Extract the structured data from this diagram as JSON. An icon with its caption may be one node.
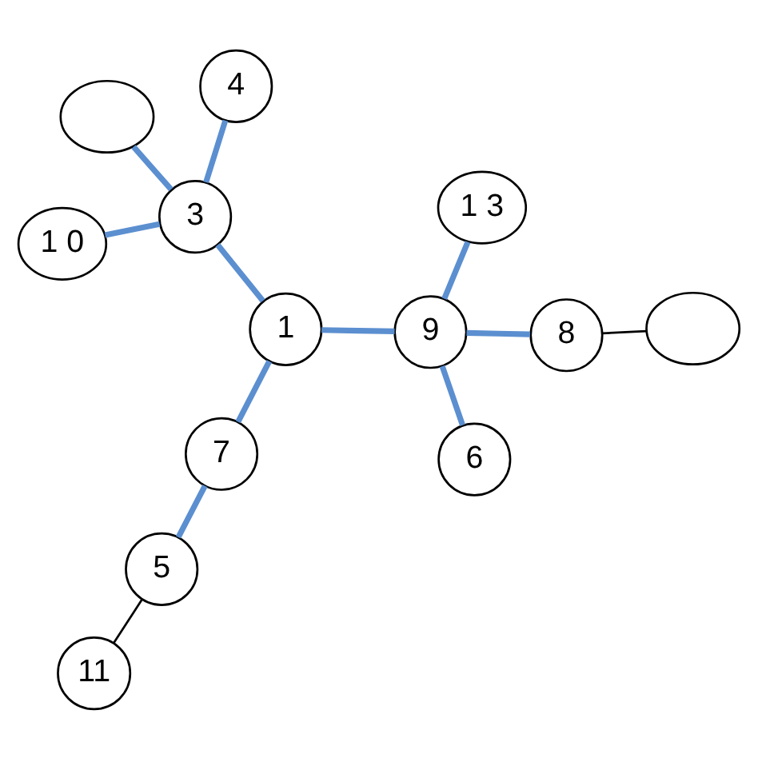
{
  "diagram": {
    "nodes": [
      {
        "text": [
          "5"
        ]
      },
      {
        "text": [
          "11"
        ]
      },
      {
        "text": [
          "7"
        ]
      },
      {
        "text": [
          "4"
        ]
      },
      {
        "text": [],
        "shape": "circle"
      },
      {
        "text": [],
        "shape": "circle"
      },
      {
        "text": [
          "1"
        ]
      },
      {
        "text": [
          "3"
        ]
      },
      {
        "text": [
          "8"
        ]
      },
      {
        "text": [
          "9"
        ]
      },
      {
        "text": [
          "1 0"
        ]
      },
      {
        "text": [
          "1 3"
        ]
      },
      {
        "text": [
          "6"
        ]
      }
    ],
    "edges": [
      {
        "from": 1,
        "to": 0,
        "arrow": "none",
        "color": "#000000"
      },
      {
        "from": 0,
        "to": 2,
        "arrow": "none"
      },
      {
        "from": 2,
        "to": 6,
        "arrow": "none"
      },
      {
        "from": 6,
        "to": 7,
        "arrow": "none"
      },
      {
        "from": 3,
        "to": 7,
        "arrow": "none"
      },
      {
        "from": 7,
        "to": 5,
        "arrow": "none"
      },
      {
        "from": 7,
        "to": 10,
        "arrow": "none"
      },
      {
        "from": 6,
        "to": 9,
        "arrow": "none"
      },
      {
        "from": 4,
        "to": 8,
        "arrow": "none",
        "color": "#000000"
      },
      {
        "from": 8,
        "to": 9,
        "arrow": "none"
      },
      {
        "from": 9,
        "to": 12,
        "arrow": "none"
      },
      {
        "from": 9,
        "to": 11,
        "arrow": "none"
      }
    ]
  }
}
